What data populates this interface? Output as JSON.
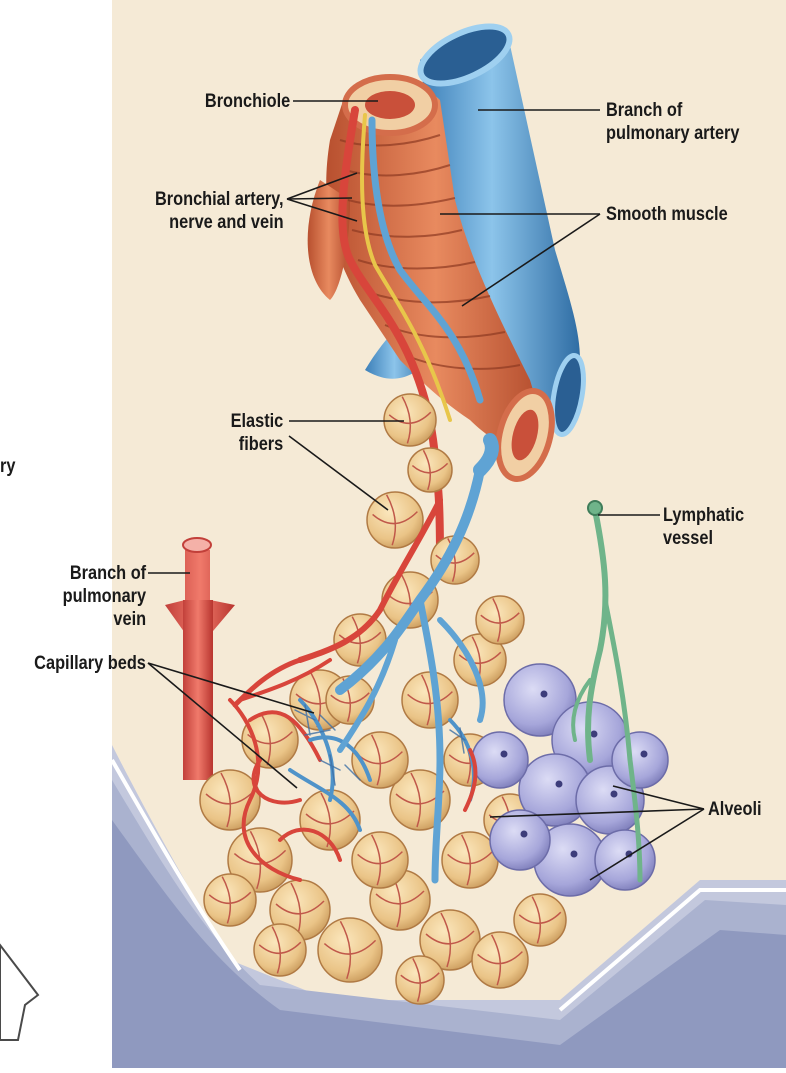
{
  "labels": {
    "bronchiole": "Bronchiole",
    "pulmonary_artery_1": "Branch of",
    "pulmonary_artery_2": "pulmonary artery",
    "bronchial_1": "Bronchial artery,",
    "bronchial_2": "nerve and vein",
    "smooth_muscle": "Smooth muscle",
    "elastic_1": "Elastic",
    "elastic_2": "fibers",
    "lymphatic_1": "Lymphatic",
    "lymphatic_2": "vessel",
    "pulmonary_vein_1": "Branch of",
    "pulmonary_vein_2": "pulmonary",
    "pulmonary_vein_3": "vein",
    "capillary": "Capillary beds",
    "alveoli": "Alveoli",
    "cut_fragment": "ry"
  },
  "colors": {
    "background": "#f5ead6",
    "artery_blue": "#5fa3d4",
    "vein_red": "#e0584a",
    "muscle": "#d9704a",
    "alveolus": "#f0cf95",
    "alveoli_purple": "#a9a8dc",
    "lymphatic_green": "#6fb48a",
    "pleura": "#b8bfd6"
  }
}
